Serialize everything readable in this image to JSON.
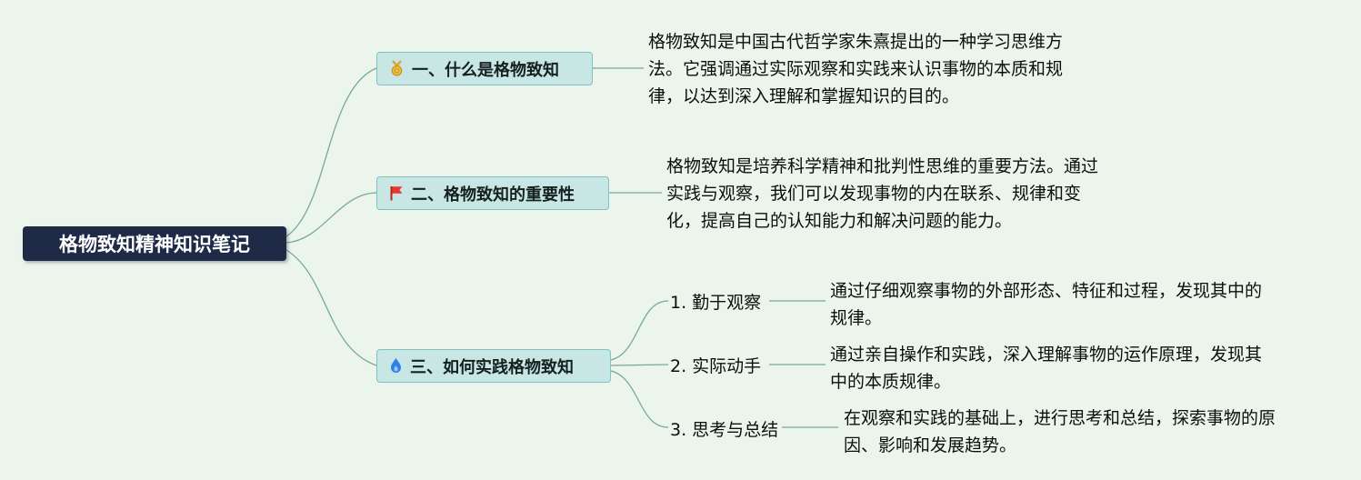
{
  "canvas": {
    "background": "#ebf5ec"
  },
  "colors": {
    "root_bg": "#1f2a47",
    "root_text": "#ffffff",
    "branch_bg": "#c8e6e3",
    "branch_border": "#7fc3be",
    "connector_line": "#75a99f",
    "medal_gold": "#f0c040",
    "flag_red": "#e8362c",
    "flame_blue": "#2f7fe8"
  },
  "root": {
    "label": "格物致知精神知识笔记"
  },
  "branches": [
    {
      "label": "一、什么是格物致知",
      "icon": "medal-icon",
      "description": "格物致知是中国古代哲学家朱熹提出的一种学习思维方法。它强调通过实际观察和实践来认识事物的本质和规律，以达到深入理解和掌握知识的目的。"
    },
    {
      "label": "二、格物致知的重要性",
      "icon": "flag-icon",
      "description": "格物致知是培养科学精神和批判性思维的重要方法。通过实践与观察，我们可以发现事物的内在联系、规律和变化，提高自己的认知能力和解决问题的能力。"
    },
    {
      "label": "三、如何实践格物致知",
      "icon": "flame-icon",
      "children": [
        {
          "label": "1. 勤于观察",
          "description": "通过仔细观察事物的外部形态、特征和过程，发现其中的规律。"
        },
        {
          "label": "2. 实际动手",
          "description": "通过亲自操作和实践，深入理解事物的运作原理，发现其中的本质规律。"
        },
        {
          "label": "3. 思考与总结",
          "description": "在观察和实践的基础上，进行思考和总结，探索事物的原因、影响和发展趋势。"
        }
      ]
    }
  ]
}
